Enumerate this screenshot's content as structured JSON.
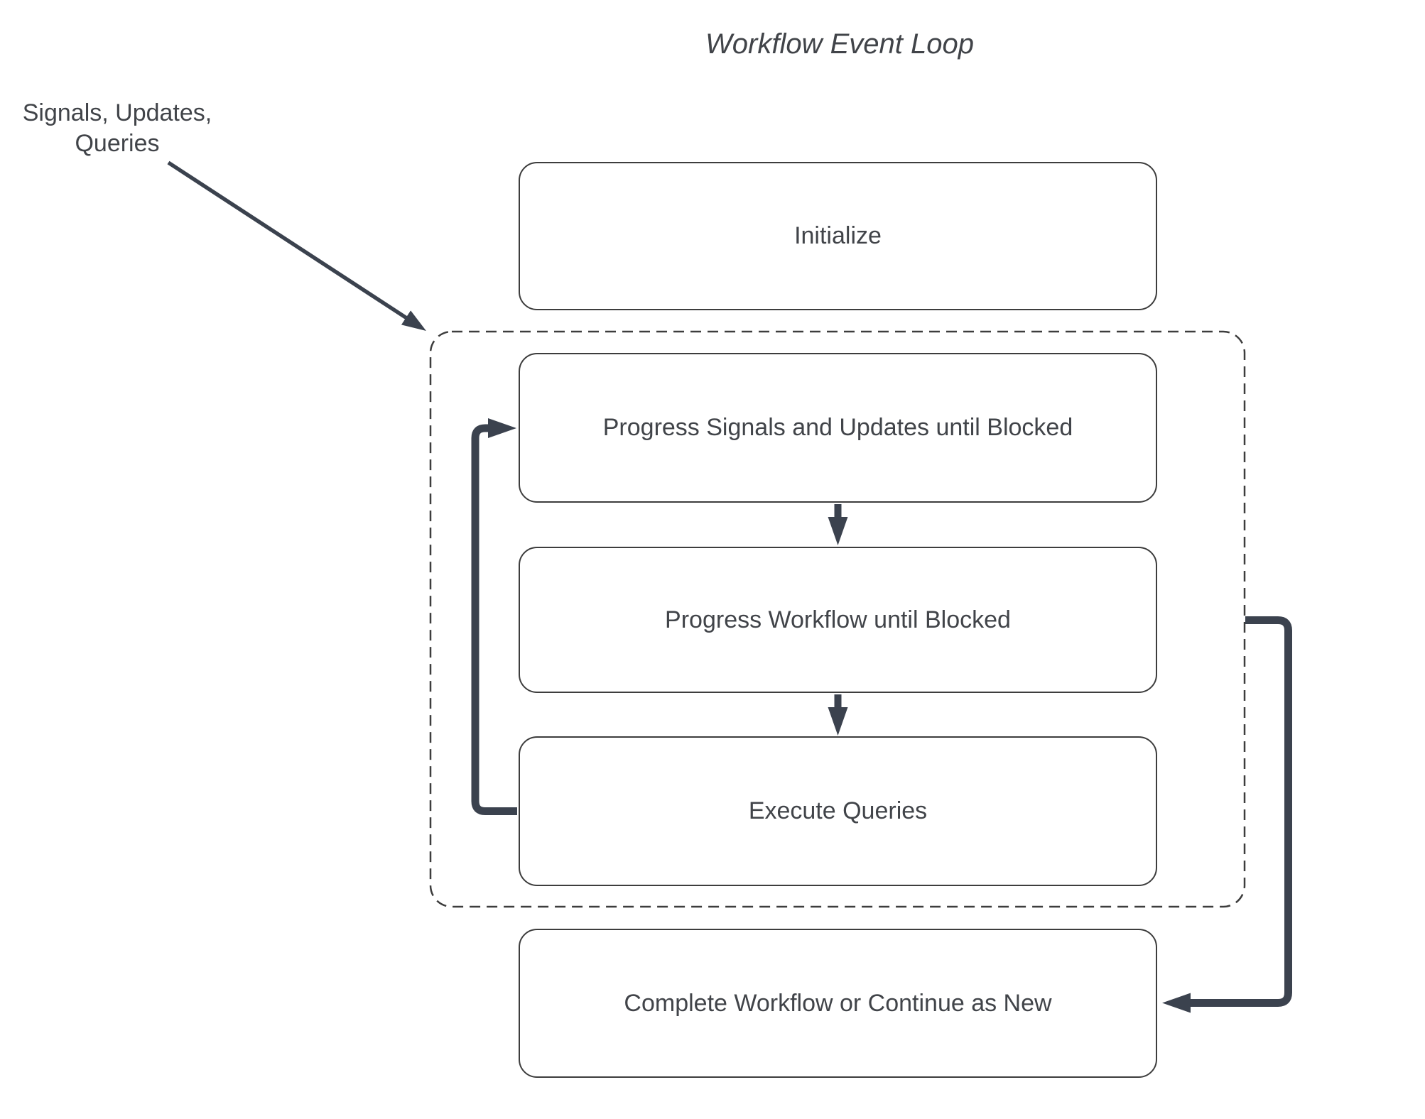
{
  "title": "Workflow Event Loop",
  "annotation": {
    "line1": "Signals, Updates,",
    "line2": "Queries"
  },
  "nodes": {
    "initialize": "Initialize",
    "progress_signals": "Progress Signals and Updates until Blocked",
    "progress_workflow": "Progress Workflow until Blocked",
    "execute_queries": "Execute Queries",
    "complete": "Complete Workflow or Continue as New"
  },
  "colors": {
    "bg": "#ffffff",
    "box-border": "#3d3d3d",
    "text": "#414449",
    "connector": "#3b424e"
  }
}
